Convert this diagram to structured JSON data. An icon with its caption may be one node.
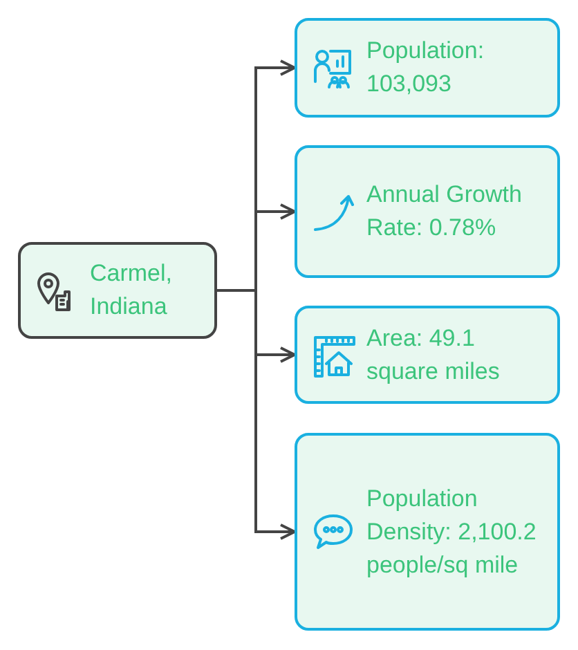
{
  "diagram": {
    "nodes": [
      {
        "text": [
          "Carmel, Indiana"
        ]
      },
      {
        "text": [
          "Population: 103,093"
        ]
      },
      {
        "text": [
          "Annual Growth Rate: 0.78%"
        ]
      },
      {
        "text": [
          "Area: 49.1 square miles"
        ]
      },
      {
        "text": [
          "Population Density: 2,100.2 people/sq mile"
        ]
      }
    ],
    "edges": [
      {
        "from": 0,
        "to": 1,
        "arrow": "to"
      },
      {
        "from": 0,
        "to": 2,
        "arrow": "to"
      },
      {
        "from": 0,
        "to": 3,
        "arrow": "to"
      },
      {
        "from": 0,
        "to": 4,
        "arrow": "to"
      }
    ]
  }
}
